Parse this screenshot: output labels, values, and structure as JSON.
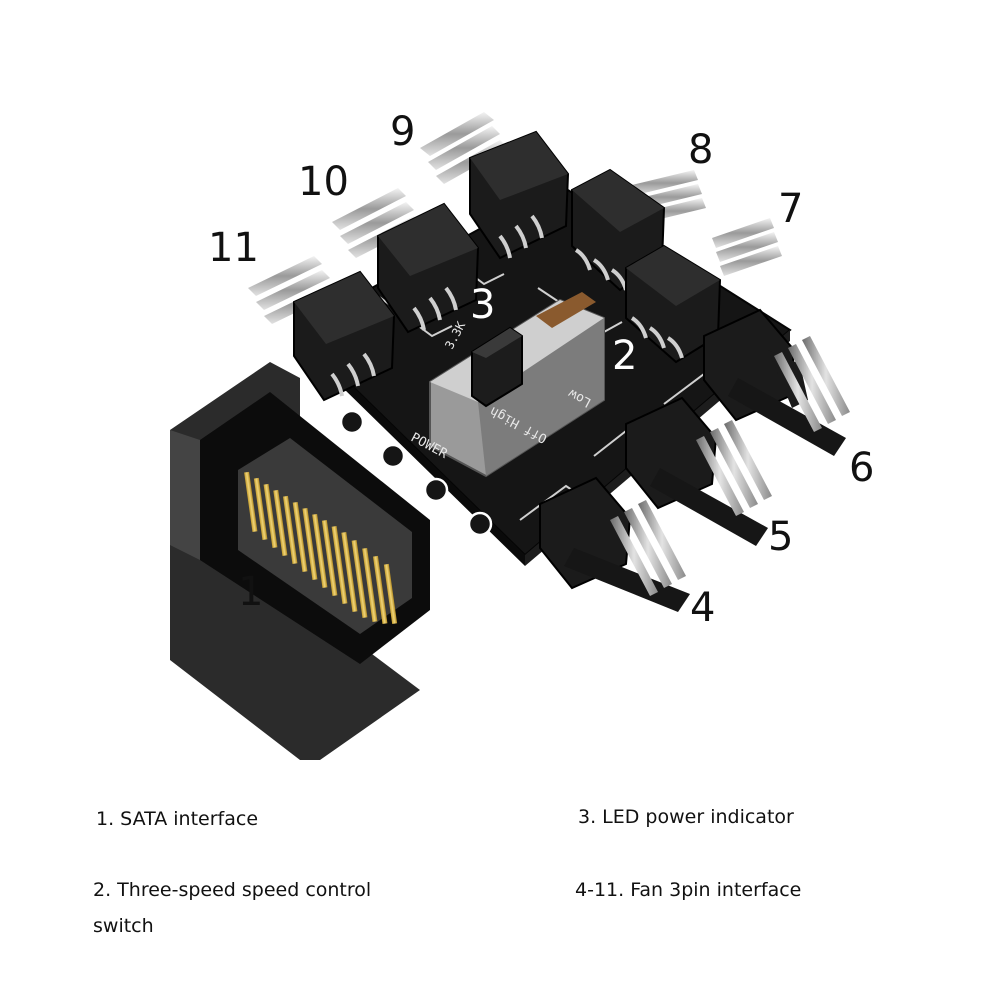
{
  "callouts": {
    "c1": "1",
    "c2": "2",
    "c3": "3",
    "c4": "4",
    "c5": "5",
    "c6": "6",
    "c7": "7",
    "c8": "8",
    "c9": "9",
    "c10": "10",
    "c11": "11"
  },
  "silkscreen": {
    "power": "POWER",
    "low": "Low",
    "off_high": "Off High",
    "resistor": "3.3K"
  },
  "legend": {
    "sata": "1. SATA interface",
    "led": "3. LED power indicator",
    "switch": "2. Three-speed speed control switch",
    "fan": "4-11. Fan 3pin interface"
  }
}
